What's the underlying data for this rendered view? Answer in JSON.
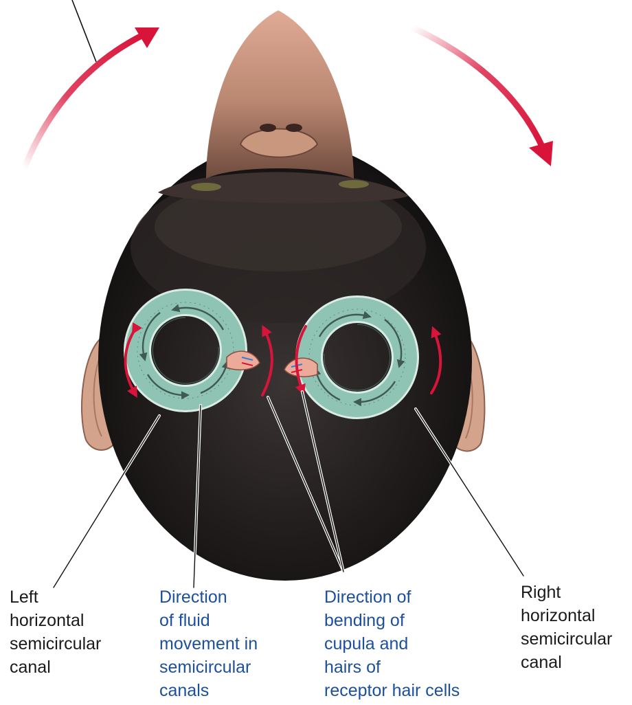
{
  "labels": {
    "left_canal": [
      "Left",
      "horizontal",
      "semicircular",
      "canal"
    ],
    "fluid_direction": [
      "Direction",
      "of fluid",
      "movement in",
      "semicircular",
      "canals"
    ],
    "cupula_direction": [
      "Direction of",
      "bending of",
      "cupula and",
      "hairs of",
      "receptor hair cells"
    ],
    "right_canal": [
      "Right",
      "horizontal",
      "semicircular",
      "canal"
    ]
  },
  "colors": {
    "label_black": "#1a1a1a",
    "label_blue": "#1c4f9c",
    "rotation_arrow": "#d8143a",
    "canal_fill": "#8fc3b3",
    "hair": "#1a1716",
    "skin": "#c9967e"
  }
}
